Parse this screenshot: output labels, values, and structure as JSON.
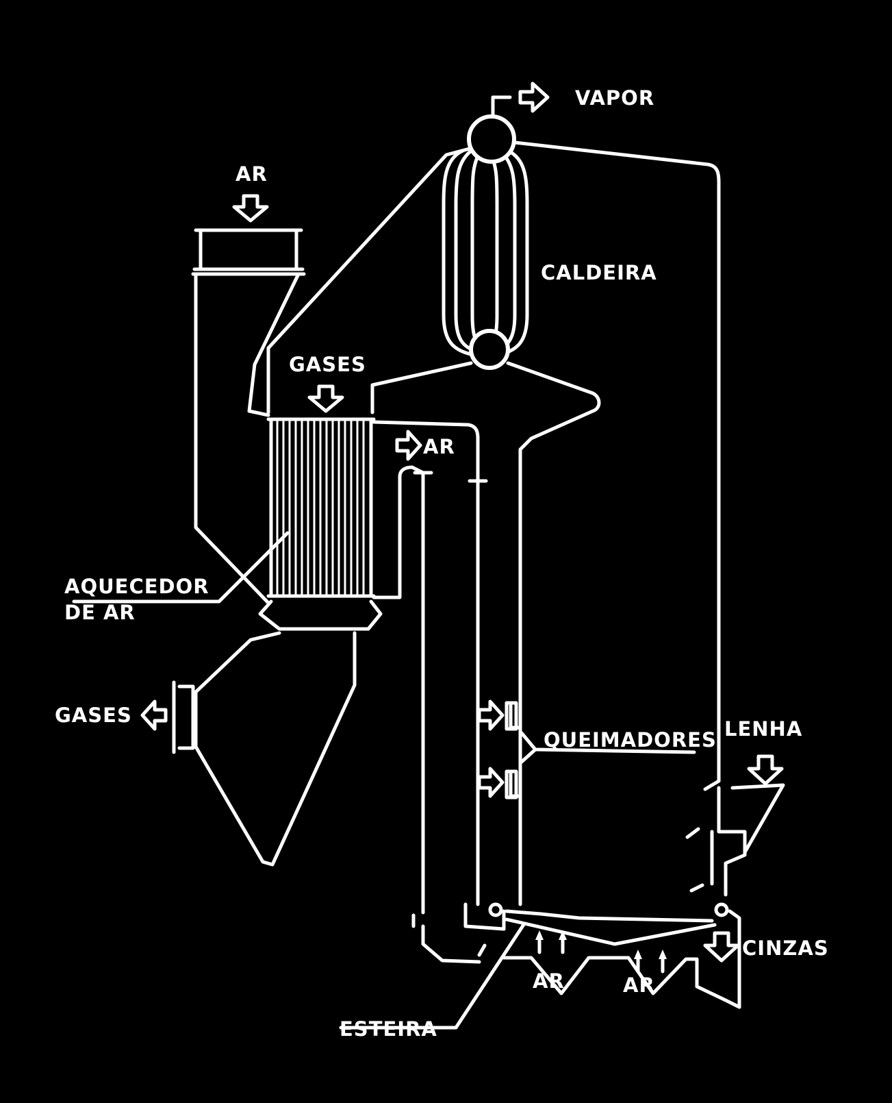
{
  "labels": {
    "vapor": "VAPOR",
    "caldeira": "CALDEIRA",
    "ar_top": "AR",
    "gases_top": "GASES",
    "ar_mid": "AR",
    "aquecedor_line1": "AQUECEDOR",
    "aquecedor_line2": "DE AR",
    "gases_out": "GASES",
    "queimadores": "QUEIMADORES",
    "lenha": "LENHA",
    "cinzas": "CINZAS",
    "ar_grate_left": "AR",
    "ar_grate_right": "AR",
    "esteira": "ESTEIRA"
  },
  "colors": {
    "background": "#000000",
    "line": "#ffffff"
  },
  "icons": [
    "hollow-arrow-right-icon",
    "hollow-arrow-down-icon",
    "hollow-arrow-left-icon"
  ]
}
